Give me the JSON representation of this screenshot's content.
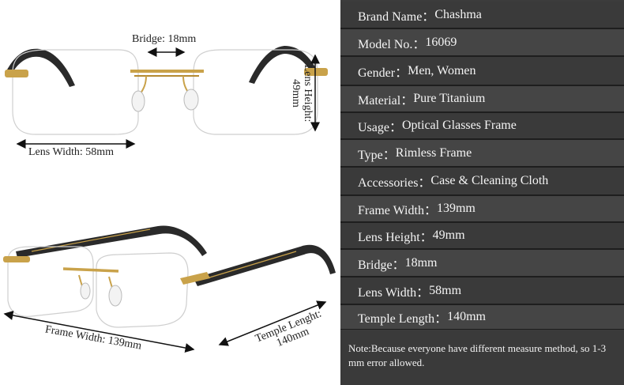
{
  "specs": [
    {
      "key": "Brand Name：",
      "value": "Chashma"
    },
    {
      "key": "Model No.：",
      "value": "16069"
    },
    {
      "key": "Gender：",
      "value": "Men, Women"
    },
    {
      "key": "Material：",
      "value": "Pure Titanium"
    },
    {
      "key": "Usage：",
      "value": "Optical Glasses Frame"
    },
    {
      "key": "Type：",
      "value": "Rimless Frame"
    },
    {
      "key": "Accessories：",
      "value": "Case & Cleaning Cloth"
    },
    {
      "key": "Frame Width：",
      "value": "139mm"
    },
    {
      "key": "Lens Height：",
      "value": "49mm"
    },
    {
      "key": "Bridge：",
      "value": "18mm"
    },
    {
      "key": "Lens Width：",
      "value": "58mm"
    },
    {
      "key": "Temple Length：",
      "value": "140mm"
    }
  ],
  "note": "Note:Because everyone have different measure method, so 1-3 mm error allowed.",
  "dimensions": {
    "bridge": "Bridge: 18mm",
    "lens_width": "Lens Width: 58mm",
    "lens_height_1": "Lens Height:",
    "lens_height_2": "49mm",
    "frame_width": "Frame Width:  139mm",
    "temple_length_1": "Temple Lenght:",
    "temple_length_2": "140mm"
  }
}
